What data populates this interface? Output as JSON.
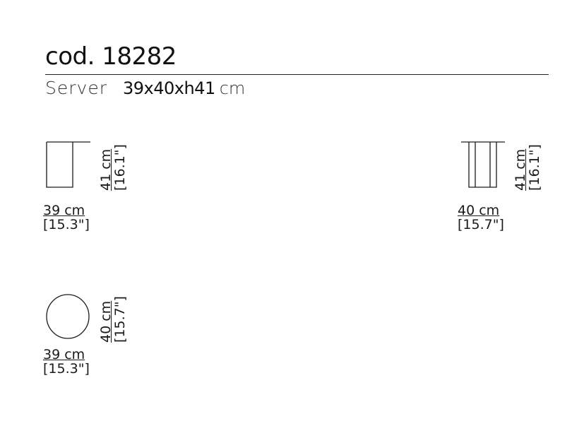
{
  "header": {
    "code": "cod. 18282",
    "product_name": "Server",
    "dimensions": "39x40xh41",
    "unit": "cm"
  },
  "views": {
    "side_view": {
      "width_cm": "39 cm",
      "width_in": "[15.3\"]",
      "height_cm": "41 cm",
      "height_in": "[16.1\"]"
    },
    "front_view": {
      "width_cm": "40 cm",
      "width_in": "[15.7\"]",
      "height_cm": "41 cm",
      "height_in": "[16.1\"]"
    },
    "top_view": {
      "width_cm": "39 cm",
      "width_in": "[15.3\"]",
      "depth_cm": "40 cm",
      "depth_in": "[15.7\"]"
    }
  },
  "colors": {
    "line": "#1a1a1a",
    "background": "#ffffff"
  }
}
